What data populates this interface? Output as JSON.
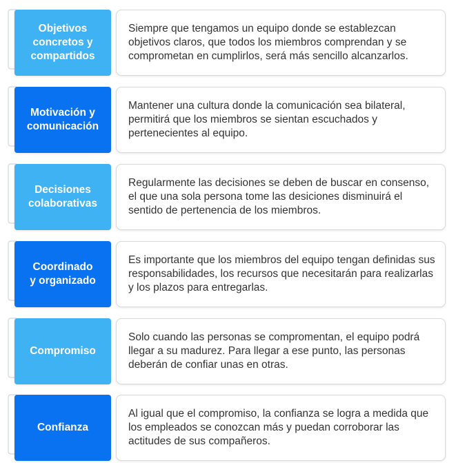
{
  "items": [
    {
      "title": "Objetivos\nconcretos y\ncompartidos",
      "description": "Siempre que tengamos un equipo donde se establezcan objetivos claros, que todos los miembros comprendan y se comprometan en cumplirlos, será más sencillo alcanzarlos.",
      "color": "#3fb2f3"
    },
    {
      "title": "Motivación y\ncomunicación",
      "description": "Mantener una cultura donde la comunicación sea bilateral, permitirá que los miembros se sientan escuchados y pertenecientes al equipo.",
      "color": "#0972f0"
    },
    {
      "title": "Decisiones\ncolaborativas",
      "description": "Regularmente las decisiones se deben de buscar en consenso, el que una sola persona tome las desiciones disminuirá el sentido de pertenencia de los miembros.",
      "color": "#3fb2f3"
    },
    {
      "title": "Coordinado\ny organizado",
      "description": "Es importante que los miembros del equipo tengan definidas sus responsabilidades, los recursos que necesitarán para realizarlas y los plazos para entregarlas.",
      "color": "#0972f0"
    },
    {
      "title": "Compromiso",
      "description": "Solo cuando las personas se compromentan, el equipo podrá llegar a su madurez. Para llegar a ese punto, las personas deberán de confiar unas en otras.",
      "color": "#3fb2f3"
    },
    {
      "title": "Confianza",
      "description": "Al igual que el compromiso, la confianza se logra a medida que los empleados se conozcan más y puedan corroborar las actitudes de sus compañeros.",
      "color": "#0972f0"
    }
  ]
}
